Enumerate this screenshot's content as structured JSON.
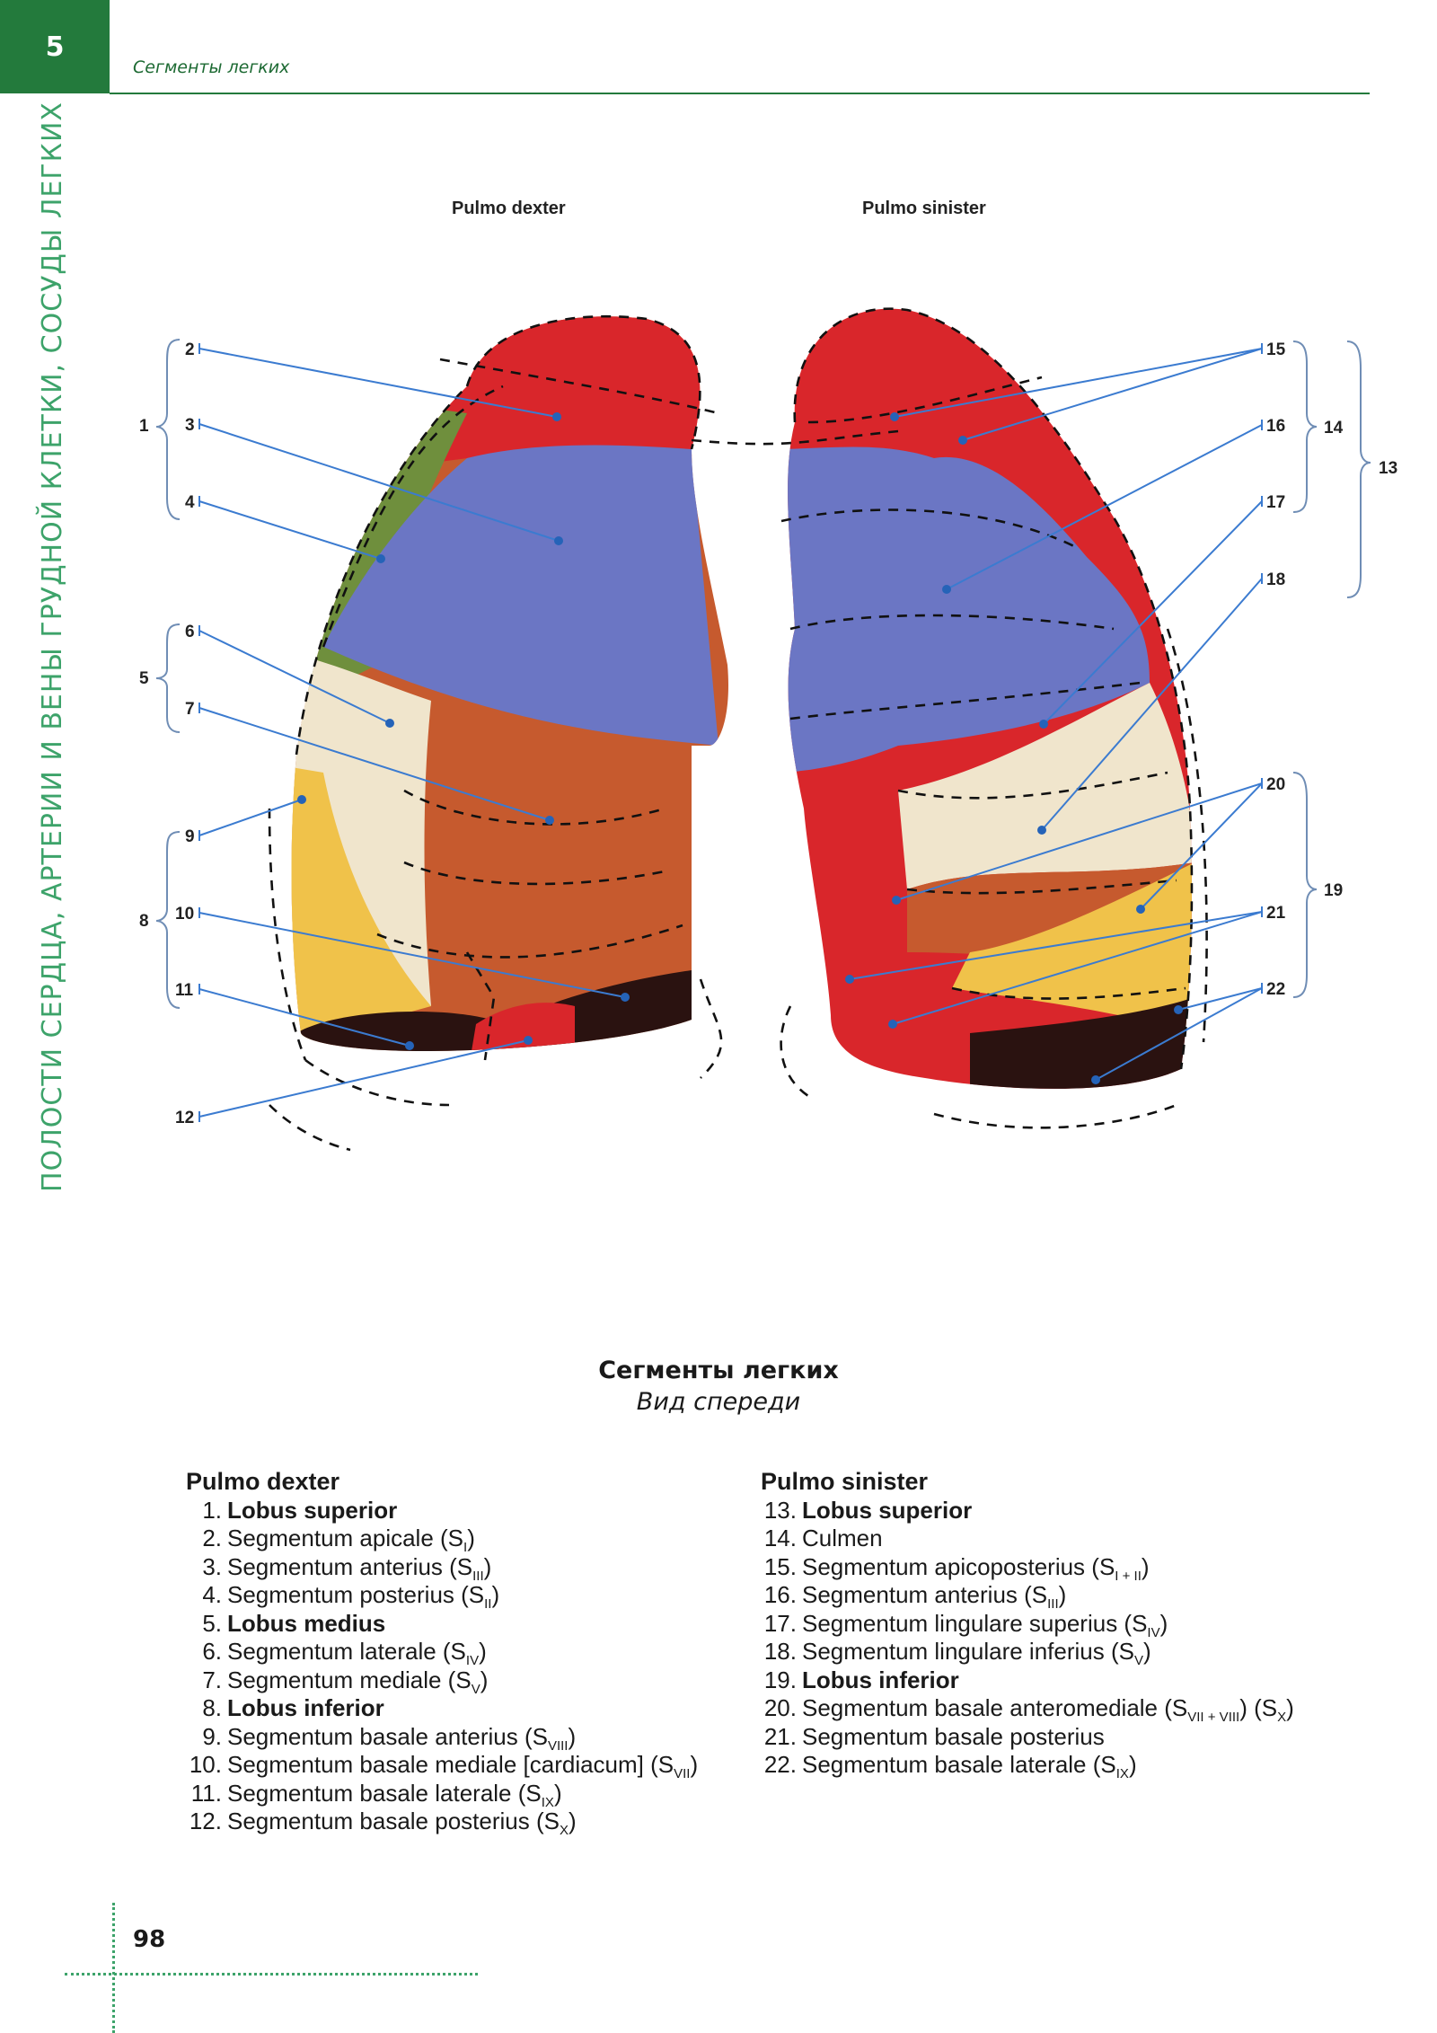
{
  "header": {
    "chapter_number": "5",
    "running_title": "Сегменты легких",
    "side_title": "ПОЛОСТИ СЕРДЦА, АРТЕРИИ И ВЕНЫ ГРУДНОЙ КЛЕТКИ, СОСУДЫ ЛЕГКИХ"
  },
  "figure": {
    "left_lung_title": "Pulmo dexter",
    "right_lung_title": "Pulmo sinister",
    "left_labels": [
      "1",
      "2",
      "3",
      "4",
      "5",
      "6",
      "7",
      "8",
      "9",
      "10",
      "11",
      "12"
    ],
    "right_labels": [
      "13",
      "14",
      "15",
      "16",
      "17",
      "18",
      "19",
      "20",
      "21",
      "22"
    ],
    "colors": {
      "apical": "#d9262b",
      "anterior": "#6b76c4",
      "posterior_green": "#6f8f3d",
      "middle": "#f0e5cc",
      "basal_brown": "#c65a2e",
      "basal_yellow": "#f0c24a",
      "basal_dark": "#2a1210",
      "leader": "#3b7bd0"
    }
  },
  "caption": {
    "title": "Сегменты легких",
    "subtitle": "Вид спереди"
  },
  "legend": {
    "left": {
      "heading": "Pulmo dexter",
      "items": [
        {
          "n": "1.",
          "text": "Lobus superior",
          "sub": "",
          "tail": ""
        },
        {
          "n": "2.",
          "text": "Segmentum apicale (S",
          "sub": "I",
          "tail": ")"
        },
        {
          "n": "3.",
          "text": "Segmentum anterius (S",
          "sub": "III",
          "tail": ")"
        },
        {
          "n": "4.",
          "text": "Segmentum posterius (S",
          "sub": "II",
          "tail": ")"
        },
        {
          "n": "5.",
          "text": "Lobus medius",
          "sub": "",
          "tail": ""
        },
        {
          "n": "6.",
          "text": "Segmentum laterale (S",
          "sub": "IV",
          "tail": ")"
        },
        {
          "n": "7.",
          "text": "Segmentum mediale (S",
          "sub": "V",
          "tail": ")"
        },
        {
          "n": "8.",
          "text": "Lobus inferior",
          "sub": "",
          "tail": ""
        },
        {
          "n": "9.",
          "text": "Segmentum basale anterius (S",
          "sub": "VIII",
          "tail": ")"
        },
        {
          "n": "10.",
          "text": "Segmentum basale mediale [cardiacum] (S",
          "sub": "VII",
          "tail": ")"
        },
        {
          "n": "11.",
          "text": "Segmentum basale laterale (S",
          "sub": "IX",
          "tail": ")"
        },
        {
          "n": "12.",
          "text": "Segmentum basale posterius (S",
          "sub": "X",
          "tail": ")"
        }
      ]
    },
    "right": {
      "heading": "Pulmo sinister",
      "items": [
        {
          "n": "13.",
          "text": "Lobus superior",
          "sub": "",
          "tail": ""
        },
        {
          "n": "14.",
          "text": "Culmen",
          "sub": "",
          "tail": ""
        },
        {
          "n": "15.",
          "text": "Segmentum apicoposterius (S",
          "sub": "I + II",
          "tail": ")"
        },
        {
          "n": "16.",
          "text": "Segmentum anterius (S",
          "sub": "III",
          "tail": ")"
        },
        {
          "n": "17.",
          "text": "Segmentum lingulare superius (S",
          "sub": "IV",
          "tail": ")"
        },
        {
          "n": "18.",
          "text": "Segmentum lingulare inferius (S",
          "sub": "V",
          "tail": ")"
        },
        {
          "n": "19.",
          "text": "Lobus inferior",
          "sub": "",
          "tail": ""
        },
        {
          "n": "20.",
          "text": "Segmentum basale anteromediale (S",
          "sub": "VII + VIII",
          "tail": ") (S",
          "sub2": "X",
          "tail2": ")"
        },
        {
          "n": "21.",
          "text": "Segmentum basale posterius",
          "sub": "",
          "tail": ""
        },
        {
          "n": "22.",
          "text": "Segmentum basale laterale (S",
          "sub": "IX",
          "tail": ")"
        }
      ]
    }
  },
  "footer": {
    "page_number": "98"
  }
}
